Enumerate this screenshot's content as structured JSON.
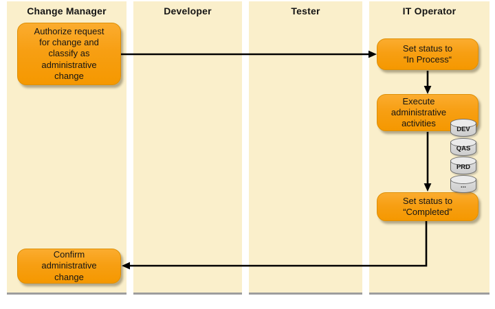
{
  "diagram": {
    "type": "swimlane-flowchart",
    "lanes": [
      {
        "title": "Change Manager"
      },
      {
        "title": "Developer"
      },
      {
        "title": "Tester"
      },
      {
        "title": "IT Operator"
      }
    ],
    "nodes": {
      "authorize": "Authorize request\nfor change and\nclassify as\nadministrative\nchange",
      "in_process": "Set status to\n“In Process“",
      "execute": "Execute\nadministrative\nactivities",
      "completed": "Set status to\n“Completed”",
      "confirm": "Confirm\nadministrative\nchange"
    },
    "databases": [
      {
        "label": "DEV"
      },
      {
        "label": "QAS"
      },
      {
        "label": "PRD"
      },
      {
        "label": "..."
      }
    ],
    "flow": [
      "authorize -> in_process",
      "in_process -> execute",
      "execute -> completed",
      "completed -> confirm"
    ],
    "colors": {
      "node_fill": "#F9A11B",
      "node_border": "#DD8F05",
      "lane_background": "#FAEFCB",
      "lane_shadow": "#8C8C8C",
      "arrow": "#000000",
      "database_fill": "#D9D9D9",
      "database_border": "#6F6F6F",
      "text": "#141414",
      "page_background": "#FFFFFF"
    }
  }
}
